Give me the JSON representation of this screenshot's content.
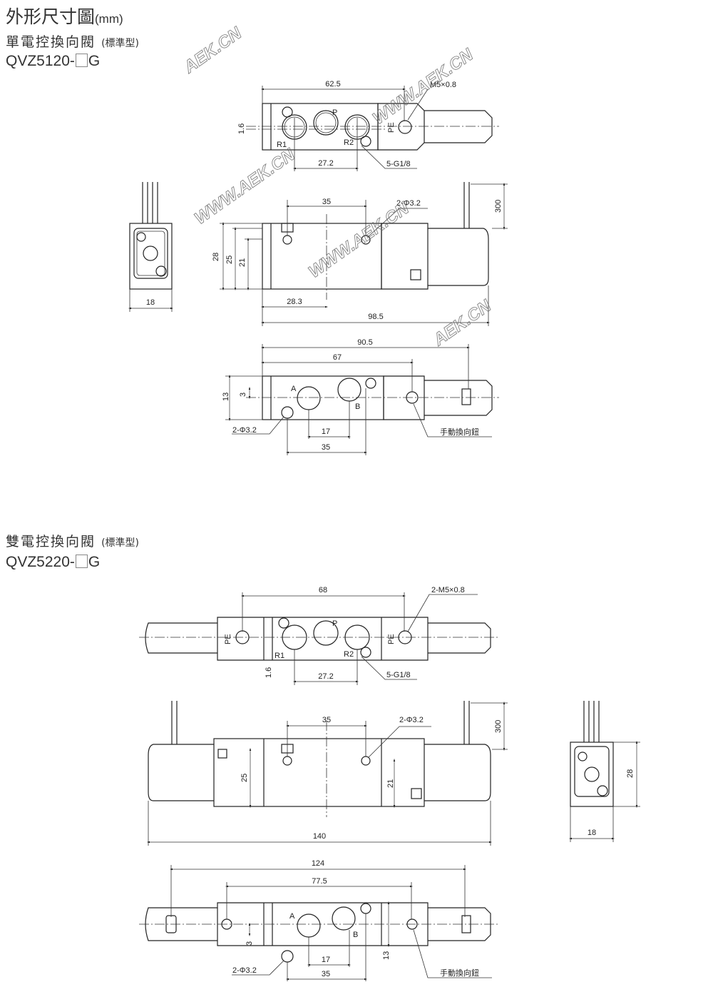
{
  "header": {
    "title": "外形尺寸圖",
    "unit": "(mm)"
  },
  "single": {
    "name": "單電控換向閥",
    "type": "(標準型)",
    "model_prefix": "QVZ5120-",
    "model_suffix": "G",
    "top": {
      "dim_length": "62.5",
      "thread": "M5×0.8",
      "offset": "1.6",
      "port_p": "P",
      "port_r1": "R1",
      "port_r2": "R2",
      "port_pe": "PE",
      "ports": "5-G1/8",
      "pitch": "27.2"
    },
    "side": {
      "hole_pitch": "35",
      "holes": "2-Φ3.2",
      "wire": "300",
      "height": "28",
      "h25": "25",
      "h21": "21",
      "offset": "28.3",
      "length": "98.5"
    },
    "end": {
      "width": "18"
    },
    "bottom": {
      "len1": "90.5",
      "len2": "67",
      "h13": "13",
      "h3": "3",
      "port_a": "A",
      "port_b": "B",
      "holes": "2-Φ3.2",
      "pitch17": "17",
      "pitch35": "35",
      "manual": "手動換向鈕"
    }
  },
  "double": {
    "name": "雙電控換向閥",
    "type": "(標準型)",
    "model_prefix": "QVZ5220-",
    "model_suffix": "G",
    "top": {
      "dim_length": "68",
      "thread": "2-M5×0.8",
      "port_pe": "PE",
      "port_p": "P",
      "port_r1": "R1",
      "port_r2": "R2",
      "offset": "1.6",
      "pitch": "27.2",
      "ports": "5-G1/8"
    },
    "side": {
      "hole_pitch": "35",
      "holes": "2-Φ3.2",
      "wire": "300",
      "h25": "25",
      "h21": "21",
      "length": "140"
    },
    "end": {
      "height": "28",
      "width": "18"
    },
    "bottom": {
      "len1": "124",
      "len2": "77.5",
      "port_a": "A",
      "port_b": "B",
      "h3": "3",
      "h13": "13",
      "holes": "2-Φ3.2",
      "pitch17": "17",
      "pitch35": "35",
      "manual": "手動換向鈕"
    }
  },
  "watermarks": {
    "short": "AEK.CN",
    "long": "WWW.AEK.CN"
  }
}
